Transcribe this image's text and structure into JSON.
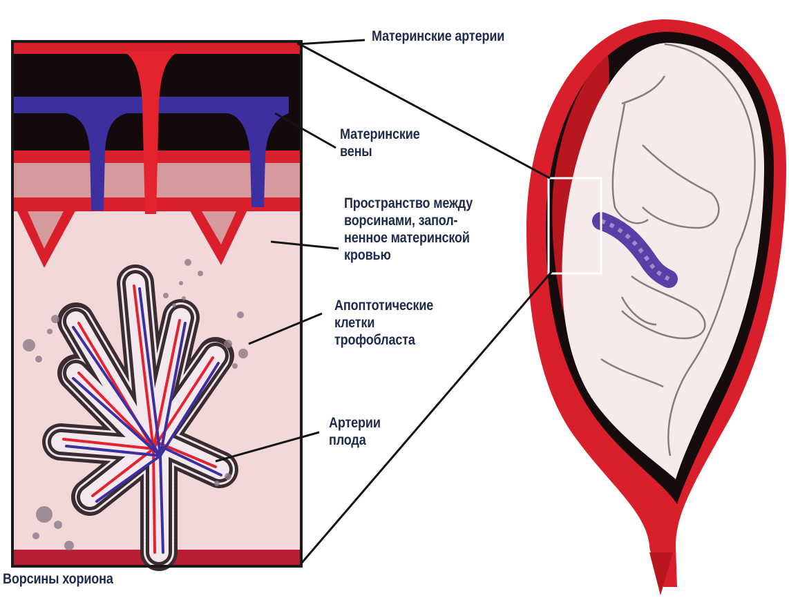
{
  "labels": {
    "maternal_arteries": "Материнские артерии",
    "maternal_veins": [
      "Материнские",
      "вены"
    ],
    "intervillous_space": [
      "Пространство между",
      "ворсинами, запол-",
      "ненное материнской",
      "кровью"
    ],
    "apoptotic_cells": [
      "Апоптотические",
      "клетки",
      "трофобласта"
    ],
    "fetal_arteries": [
      "Артерии",
      "плода"
    ],
    "chorionic_villi": "Ворсины хориона"
  },
  "colors": {
    "maternal_red": "#d91f2c",
    "maternal_blue": "#3c2fa0",
    "dark_band": "#140a0c",
    "tissue_pink": "#f2d8d8",
    "fetus_skin": "#f7eaea",
    "trophoblast": "#3a2c32",
    "label_text": "#1e2b4d"
  }
}
